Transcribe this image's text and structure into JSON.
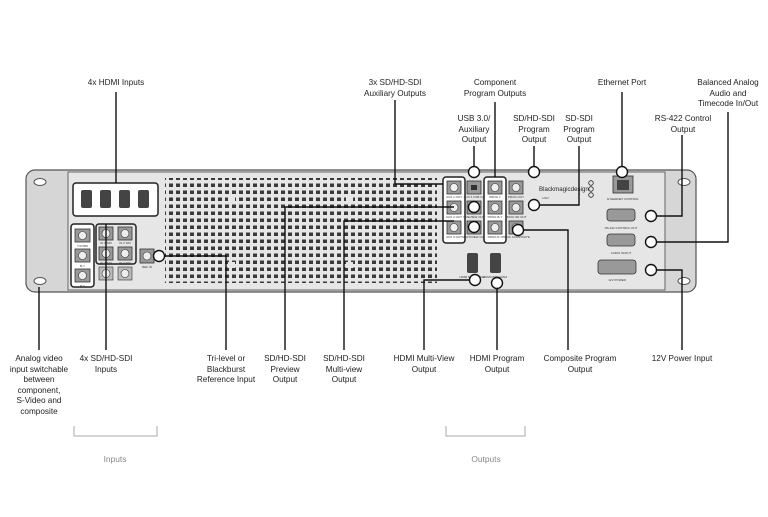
{
  "labels": {
    "hdmi_inputs": "4x HDMI Inputs",
    "sdi_aux_outputs": [
      "3x SD/HD-SDI",
      "Auxiliary Outputs"
    ],
    "component_program_outputs": [
      "Component",
      "Program Outputs"
    ],
    "ethernet_port": "Ethernet Port",
    "balanced_audio": [
      "Balanced Analog",
      "Audio and",
      "Timecode In/Out"
    ],
    "usb_aux_output": [
      "USB 3.0/",
      "Auxiliary",
      "Output"
    ],
    "sdi_program_output": [
      "SD/HD-SDI",
      "Program",
      "Output"
    ],
    "sd_sdi_program_output": [
      "SD-SDI",
      "Program",
      "Output"
    ],
    "rs422_control_output": [
      "RS-422 Control",
      "Output"
    ],
    "analog_video_input": [
      "Analog video",
      "input switchable",
      "between",
      "component,",
      "S-Video and",
      "composite"
    ],
    "sdi_inputs": [
      "4x SD/HD-SDI",
      "Inputs"
    ],
    "reference_input": [
      "Tri-level or",
      "Blackburst",
      "Reference Input"
    ],
    "preview_output": [
      "SD/HD-SDI",
      "Preview",
      "Output"
    ],
    "multiview_sdi_output": [
      "SD/HD-SDI",
      "Multi-view",
      "Output"
    ],
    "hdmi_multiview_output": [
      "HDMI Multi-View",
      "Output"
    ],
    "hdmi_program_output": [
      "HDMI Program",
      "Output"
    ],
    "composite_program_output": [
      "Composite Program",
      "Output"
    ],
    "power_input": "12V Power Input"
  },
  "groups": {
    "inputs": "Inputs",
    "outputs": "Outputs"
  },
  "panel": {
    "brand": "Blackmagicdesign",
    "port_labels": {
      "aux1": "AUX 1 OUT",
      "aux2": "AUX 2 OUT",
      "aux3": "AUX 3 OUT",
      "usb": "AUX 3 USB 3.0",
      "y": "PROG Y",
      "b_y": "PROG B-Y",
      "r_y": "PROG R-Y",
      "prog_out": "PROG OUT",
      "prog_sd": "PROG SD OUT",
      "prog_comp": "PROG COMPOSITE",
      "preview": "PREVIEW OUT",
      "multiview": "MULTIVIEW OUT",
      "ref": "REF IN",
      "hdmi_mv": "HDMI MULTIVIEW",
      "hdmi_prog": "HDMI PROGRAM",
      "ethernet": "ETHERNET CONTROL",
      "rs422": "RS-422 CONTROL OUT",
      "audio": "AUDIO IN/OUT",
      "power": "12V POWER",
      "in1": "IN 1 SDI",
      "in2": "IN 2 SDI",
      "in3": "IN 3 SDI",
      "in4": "IN 4 SDI",
      "y_in": "Y/CVBS",
      "b_in": "B-Y",
      "r_in": "R-Y"
    }
  }
}
